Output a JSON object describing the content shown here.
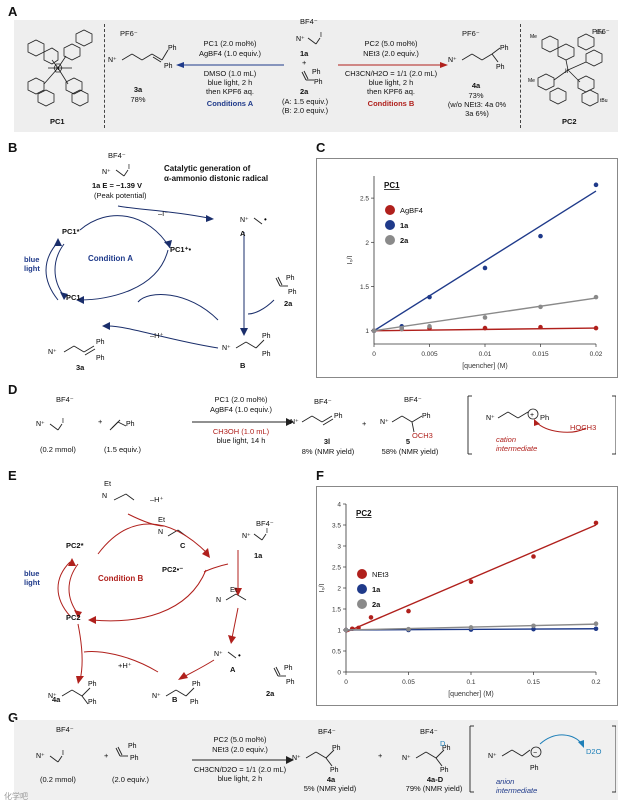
{
  "colors": {
    "red": "#b0201c",
    "blue": "#1f3a8a",
    "navy": "#1a2e6b",
    "gray": "#8a8a8a",
    "cyan": "#1e7fb8",
    "panelA_bg": "#eeeeee",
    "panelG_bg": "#f0f0f0"
  },
  "panels": {
    "a": "A",
    "b": "B",
    "c": "C",
    "d": "D",
    "e": "E",
    "f": "F",
    "g": "G"
  },
  "panelA": {
    "pc1": "PC1",
    "pc2": "PC2",
    "pf6": "PF6⁻",
    "pf6_pc2": "PF6⁻",
    "bf4": "BF4⁻",
    "r1a": "1a",
    "plus": "+",
    "r2a": "2a",
    "equiv_a": "(A: 1.5 equiv.)",
    "equiv_b": "(B: 2.0 equiv.)",
    "condA_l1": "PC1 (2.0 mol%)",
    "condA_l2": "AgBF4 (1.0 equiv.)",
    "condA_l3": "DMSO (1.0 mL)",
    "condA_l4": "blue light, 2 h",
    "condA_l5": "then KPF6 aq.",
    "condA_title": "Conditions A",
    "condB_l1": "PC2 (5.0 mol%)",
    "condB_l2": "NEt3 (2.0 equiv.)",
    "condB_l3": "CH3CN/H2O = 1/1 (2.0 mL)",
    "condB_l4": "blue light, 2 h",
    "condB_l5": "then KPF6 aq.",
    "condB_title": "Conditions B",
    "p3a": "3a",
    "p3a_yield": "78%",
    "p4a": "4a",
    "p4a_yield": "73%",
    "p4a_note": "(w/o NEt3: 4a 0%",
    "p4a_note2": "3a 6%)"
  },
  "panelB": {
    "bf4": "BF4⁻",
    "r1a_label": "1a  E = −1.39 V",
    "peak": "(Peak potential)",
    "heading1": "Catalytic generation of",
    "heading2": "α-ammonio distonic radical",
    "i_minus": "–I⁻",
    "pc1_star": "PC1*",
    "pc1_plus": "PC1⁺•",
    "pc1": "PC1",
    "blue_light": "blue",
    "blue_light2": "light",
    "condition": "Condition A",
    "radA": "A",
    "radB": "B",
    "r2a": "2a",
    "h_minus": "–H⁺",
    "p3a": "3a"
  },
  "panelC": {
    "title": "PC1",
    "xlabel": "[quencher] (M)",
    "ylabel": "I₀/I",
    "xticks": [
      "0",
      "0.005",
      "0.01",
      "0.015",
      "0.02"
    ],
    "yticks": [
      "1",
      "1.5",
      "2",
      "2.5"
    ]
  },
  "chart_data": [
    {
      "type": "scatter",
      "title": "PC1",
      "xlabel": "[quencher] (M)",
      "ylabel": "I₀/I",
      "xlim": [
        0,
        0.02
      ],
      "ylim": [
        0.85,
        2.75
      ],
      "legend": "top-left",
      "grid": false,
      "series": [
        {
          "name": "AgBF4",
          "color": "#b0201c",
          "x": [
            0,
            0.0025,
            0.005,
            0.01,
            0.015,
            0.02
          ],
          "y": [
            1.0,
            1.02,
            1.03,
            1.03,
            1.04,
            1.03
          ],
          "fit": [
            [
              0,
              1.0
            ],
            [
              0.02,
              1.03
            ]
          ]
        },
        {
          "name": "1a",
          "color": "#1f3a8a",
          "x": [
            0,
            0.0025,
            0.005,
            0.01,
            0.015,
            0.02
          ],
          "y": [
            1.0,
            1.05,
            1.38,
            1.71,
            2.07,
            2.65
          ],
          "fit": [
            [
              0,
              1.0
            ],
            [
              0.02,
              2.58
            ]
          ]
        },
        {
          "name": "2a",
          "color": "#8a8a8a",
          "x": [
            0,
            0.0025,
            0.005,
            0.01,
            0.015,
            0.02
          ],
          "y": [
            1.0,
            1.02,
            1.05,
            1.15,
            1.27,
            1.38
          ],
          "fit": [
            [
              0,
              1.0
            ],
            [
              0.02,
              1.37
            ]
          ]
        }
      ]
    },
    {
      "type": "scatter",
      "title": "PC2",
      "xlabel": "[quencher] (M)",
      "ylabel": "I₀/I",
      "xlim": [
        0,
        0.2
      ],
      "ylim": [
        0,
        4
      ],
      "legend": "middle-left",
      "grid": false,
      "series": [
        {
          "name": "NEt3",
          "color": "#b0201c",
          "x": [
            0,
            0.005,
            0.01,
            0.02,
            0.05,
            0.1,
            0.15,
            0.2
          ],
          "y": [
            1.0,
            1.03,
            1.05,
            1.3,
            1.45,
            2.15,
            2.75,
            3.55
          ],
          "fit": [
            [
              0,
              0.95
            ],
            [
              0.2,
              3.5
            ]
          ]
        },
        {
          "name": "1a",
          "color": "#1f3a8a",
          "x": [
            0,
            0.05,
            0.1,
            0.15,
            0.2
          ],
          "y": [
            1.0,
            1.0,
            1.01,
            1.02,
            1.03
          ],
          "fit": [
            [
              0,
              1.0
            ],
            [
              0.2,
              1.03
            ]
          ]
        },
        {
          "name": "2a",
          "color": "#8a8a8a",
          "x": [
            0,
            0.05,
            0.1,
            0.15,
            0.2
          ],
          "y": [
            1.0,
            1.02,
            1.06,
            1.1,
            1.15
          ],
          "fit": [
            [
              0,
              1.0
            ],
            [
              0.2,
              1.14
            ]
          ]
        }
      ]
    }
  ],
  "panelD": {
    "bf4": "BF4⁻",
    "amt1": "(0.2 mmol)",
    "amt2": "(1.5 equiv.)",
    "plus": "+",
    "plus2": "+",
    "c_l1": "PC1 (2.0 mol%)",
    "c_l2": "AgBF4 (1.0 equiv.)",
    "c_l3": "CH3OH (1.0 mL)",
    "c_l4": "blue light, 14 h",
    "p3l": "3l",
    "p3l_yield": "8% (NMR yield)",
    "p5": "5",
    "p5_yield": "58% (NMR yield)",
    "och3": "OCH3",
    "hoch3": "HOCH3",
    "ph": "Ph",
    "cation1": "cation",
    "cation2": "intermediate"
  },
  "panelE": {
    "et": "Et",
    "n": "N",
    "h_minus": "–H⁺",
    "radC": "C",
    "bf4": "BF4⁻",
    "r1a": "1a",
    "pc2_star": "PC2*",
    "pc2_minus": "PC2•⁻",
    "pc2": "PC2",
    "blue": "blue",
    "light": "light",
    "condition": "Condition B",
    "radA": "A",
    "radB": "B",
    "r2a": "2a",
    "h_plus": "+H⁺",
    "p4a": "4a"
  },
  "panelF": {
    "title": "PC2",
    "xlabel": "[quencher] (M)",
    "ylabel": "I₀/I",
    "xticks": [
      "0",
      "0.05",
      "0.1",
      "0.15",
      "0.2"
    ],
    "yticks": [
      "0",
      "0.5",
      "1",
      "1.5",
      "2",
      "2.5",
      "3",
      "3.5",
      "4"
    ]
  },
  "panelG": {
    "bf4": "BF4⁻",
    "amt1": "(0.2 mmol)",
    "amt2": "(2.0 equiv.)",
    "plus": "+",
    "plus2": "+",
    "c_l1": "PC2 (5.0 mol%)",
    "c_l2": "NEt3 (2.0 equiv.)",
    "c_l3": "CH3CN/D2O = 1/1 (2.0 mL)",
    "c_l4": "blue light, 2 h",
    "p4a": "4a",
    "p4a_yield": "5% (NMR yield)",
    "p4ad": "4a-D",
    "p4ad_yield": "79% (NMR yield)",
    "d": "D",
    "d2o": "D2O",
    "anion1": "anion",
    "anion2": "intermediate",
    "watermark": "化学吧"
  }
}
